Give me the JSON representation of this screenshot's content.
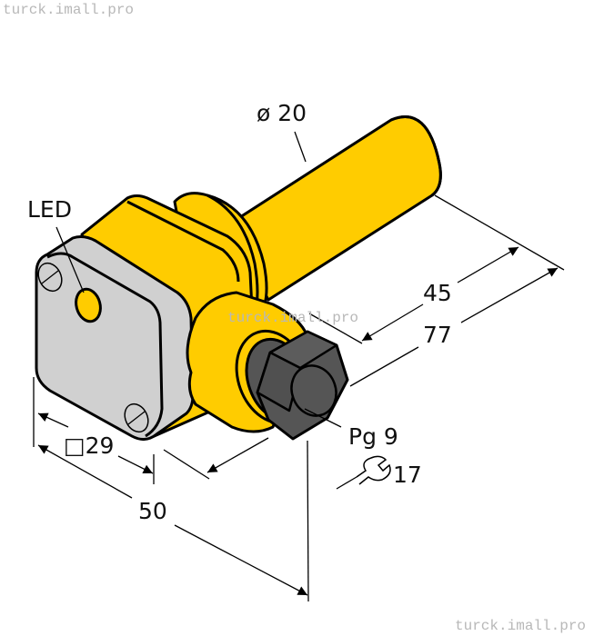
{
  "watermarks": {
    "top_left": "turck.imall.pro",
    "center": "turck.imall.pro",
    "bottom_right": "turck.imall.pro"
  },
  "labels": {
    "diameter": "ø 20",
    "led": "LED",
    "length_sensing": "45",
    "length_total": "77",
    "square_size": "□29",
    "depth": "50",
    "gland": "Pg 9",
    "wrench_size": "17"
  },
  "icons": {
    "wrench": "wrench-icon"
  },
  "colors": {
    "body_yellow": "#ffcc00",
    "face_gray": "#d0d0d0",
    "gland_dark": "#555555",
    "outline": "#000000",
    "watermark": "#b8b8b8"
  }
}
